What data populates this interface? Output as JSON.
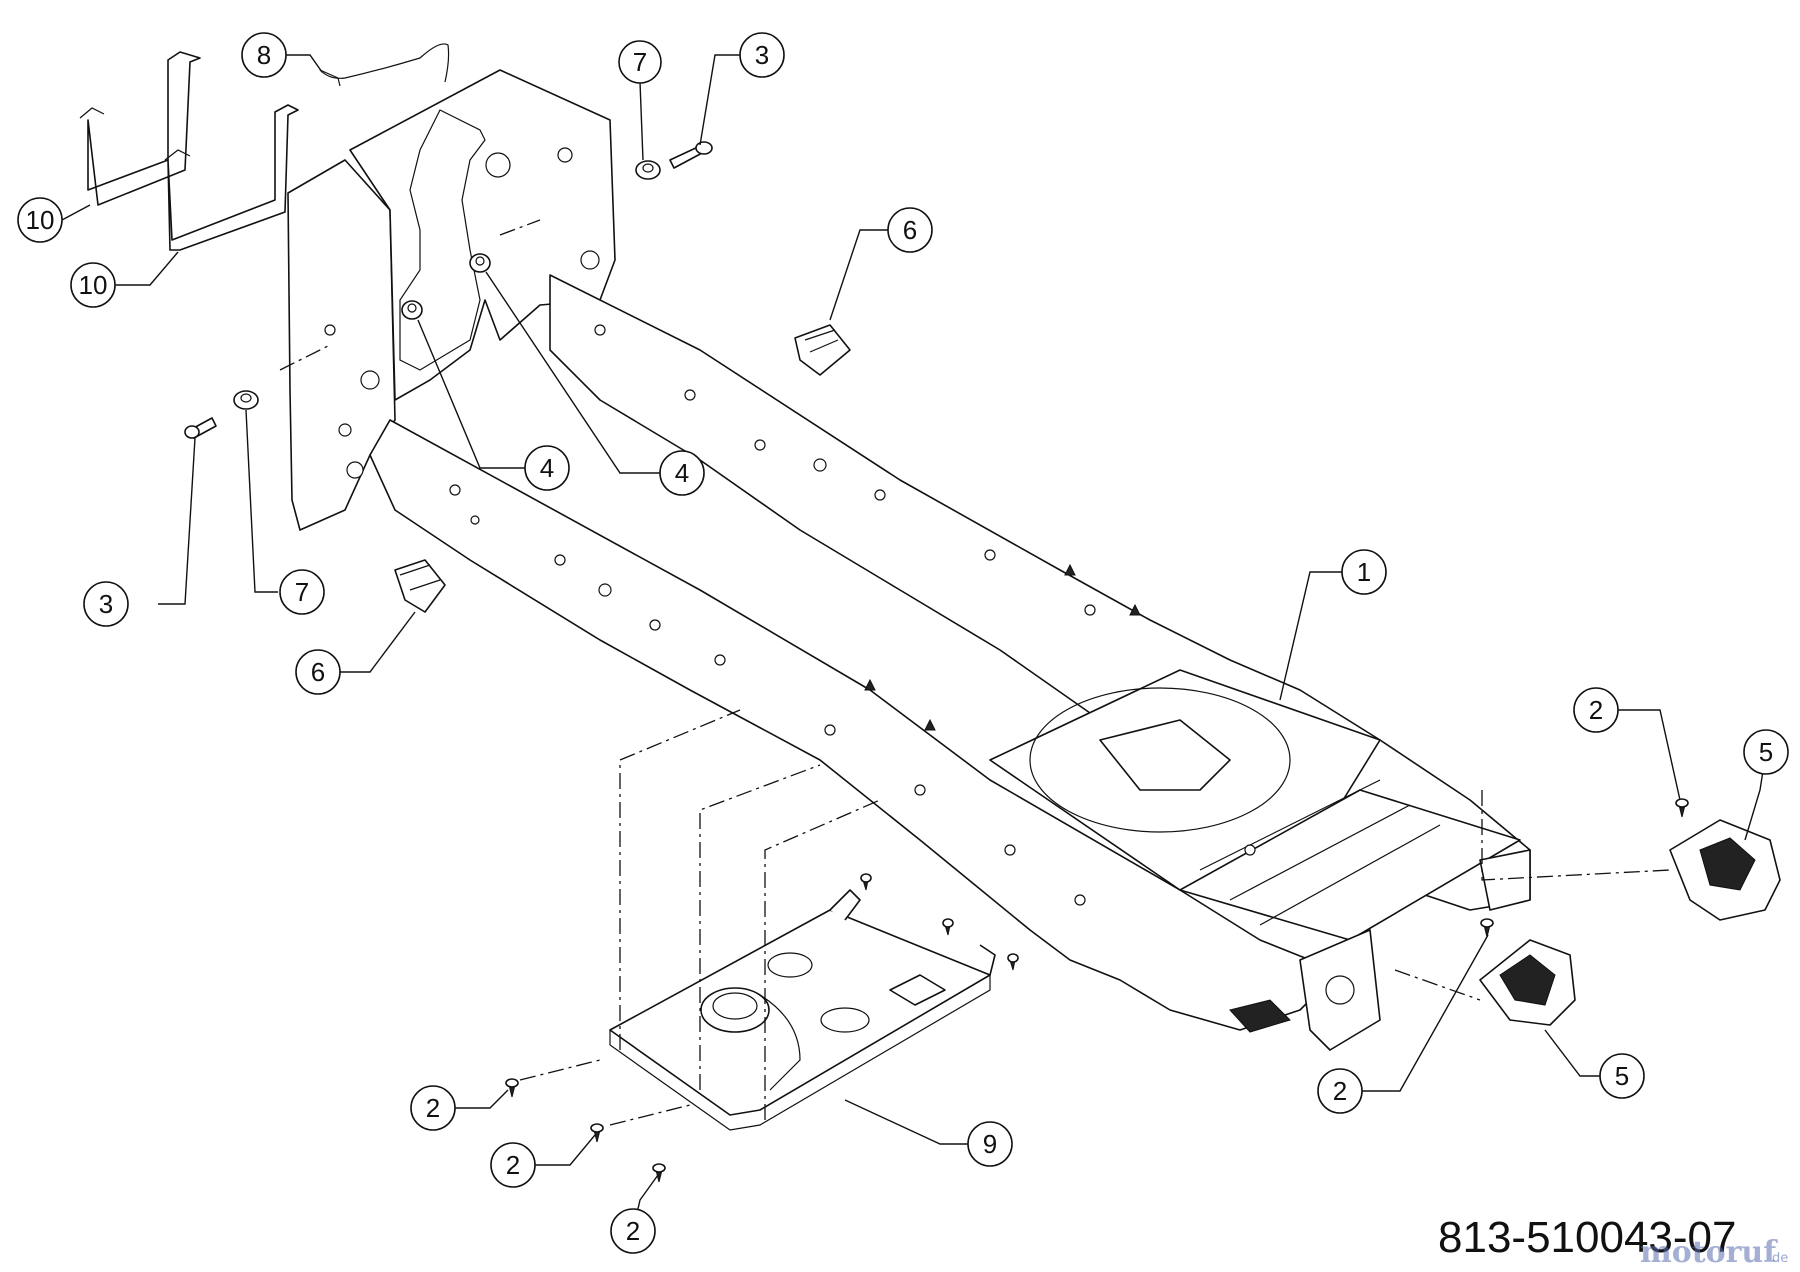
{
  "callouts": [
    {
      "id": "c-10a",
      "label": "10"
    },
    {
      "id": "c-10b",
      "label": "10"
    },
    {
      "id": "c-8",
      "label": "8"
    },
    {
      "id": "c-7a",
      "label": "7"
    },
    {
      "id": "c-3a",
      "label": "3"
    },
    {
      "id": "c-6a",
      "label": "6"
    },
    {
      "id": "c-4a",
      "label": "4"
    },
    {
      "id": "c-4b",
      "label": "4"
    },
    {
      "id": "c-3b",
      "label": "3"
    },
    {
      "id": "c-7b",
      "label": "7"
    },
    {
      "id": "c-6b",
      "label": "6"
    },
    {
      "id": "c-1",
      "label": "1"
    },
    {
      "id": "c-2a",
      "label": "2"
    },
    {
      "id": "c-5a",
      "label": "5"
    },
    {
      "id": "c-2b",
      "label": "2"
    },
    {
      "id": "c-5b",
      "label": "5"
    },
    {
      "id": "c-9",
      "label": "9"
    },
    {
      "id": "c-2c",
      "label": "2"
    },
    {
      "id": "c-2d",
      "label": "2"
    },
    {
      "id": "c-2e",
      "label": "2"
    }
  ],
  "part_number": "813-510043-07",
  "watermark": {
    "brand": "motoruf",
    "suffix": "de"
  }
}
